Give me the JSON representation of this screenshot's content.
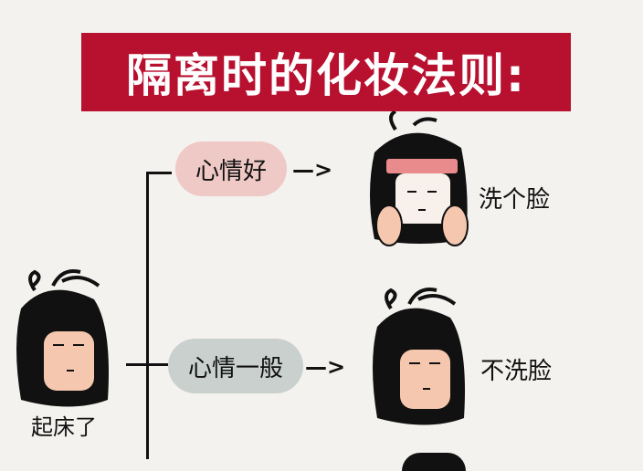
{
  "title": "隔离时的化妆法则:",
  "colors": {
    "banner": "#b8102f",
    "background": "#f3f2ef",
    "mood_good_blob": "#efc9c6",
    "mood_normal_blob": "#c9d0ce"
  },
  "start": {
    "label": "起床了"
  },
  "branches": [
    {
      "mood": "心情好",
      "arrow": "—>",
      "result": "洗个脸",
      "icon": "face-mask-hands-icon"
    },
    {
      "mood": "心情一般",
      "arrow": "—>",
      "result": "不洗脸",
      "icon": "messy-hair-face-icon"
    }
  ]
}
